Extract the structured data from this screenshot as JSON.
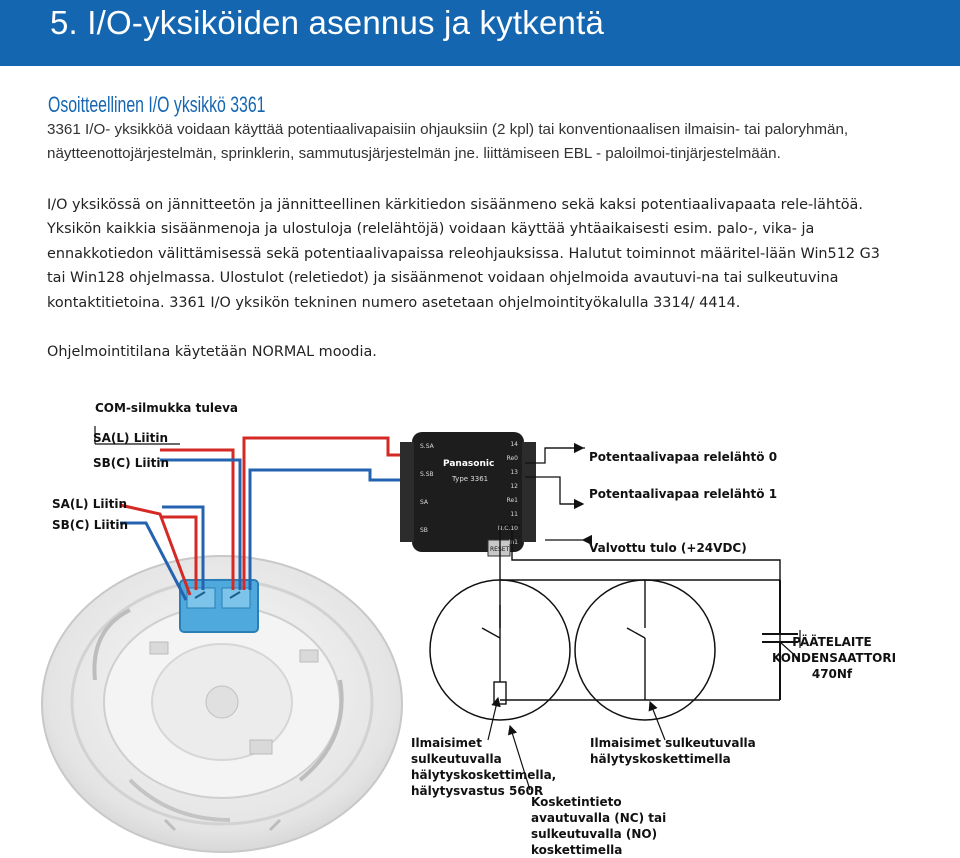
{
  "header": {
    "title": "5. I/O-yksiköiden asennus ja kytkentä"
  },
  "section": {
    "title": "Osoitteellinen I/O yksikkö 3361",
    "paragraph1": "3361 I/O- yksikköä voidaan käyttää potentiaalivapaisiin ohjauksiin (2 kpl) tai konventionaalisen ilmaisin- tai paloryhmän, näytteenottojärjestelmän, sprinklerin, sammutusjärjestelmän jne. liittämiseen EBL - paloilmoi-tinjärjestelmään.",
    "paragraph2": "I/O yksikössä on jännitteetön ja jännitteellinen kärkitiedon sisäänmeno sekä kaksi potentiaalivapaata rele-lähtöä. Yksikön kaikkia sisäänmenoja ja ulostuloja (relelähtöjä) voidaan käyttää yhtäaikaisesti esim. palo-, vika- ja ennakkotiedon välittämisessä sekä potentiaalivapaissa releohjauksissa. Halutut toiminnot määritel-lään Win512 G3 tai Win128 ohjelmassa. Ulostulot (reletiedot) ja sisäänmenot voidaan ohjelmoida avautuvi-na tai sulkeutuvina kontaktitietoina. 3361 I/O yksikön tekninen numero asetetaan ohjelmointityökalulla 3314/ 4414.",
    "paragraph3": "Ohjelmointitilana käytetään NORMAL moodia."
  },
  "diagram": {
    "labels": {
      "com_loop": "COM-silmukka tuleva",
      "sa_top": "SA(L) Liitin",
      "sb_top": "SB(C) Liitin",
      "sa_left": "SA(L) Liitin",
      "sb_left": "SB(C) Liitin",
      "relay0": "Potentaalivapaa relelähtö 0",
      "relay1": "Potentaalivapaa relelähtö 1",
      "monitored": "Valvottu tulo (+24VDC)",
      "eol": "PÄÄTELAITE KONDENSAATTORI 470Nf",
      "det_resistor": "Ilmaisimet sulkeutuvalla hälytyskoskettimella, hälytysvastus 560R",
      "det_contact": "Ilmaisimet sulkeutuvalla hälytyskoskettimella",
      "contact_info": "Kosketintieto avautuvalla (NC) tai sulkeutuvalla (NO) koskettimella"
    },
    "module": {
      "brand": "Panasonic",
      "type": "Type 3361",
      "pins_left": [
        "S.SA",
        "S.SB",
        "SA",
        "SB"
      ],
      "pins_right": [
        "14",
        "Re0",
        "13",
        "12",
        "Re1",
        "11",
        "N.C.10",
        "In1"
      ],
      "reset": "RESET"
    },
    "colors": {
      "accent": "#1566b0",
      "wire_red": "#d42a26",
      "wire_blue": "#2463b0",
      "base": "#e7e7e7",
      "terminal": "#4fa9dc"
    }
  }
}
